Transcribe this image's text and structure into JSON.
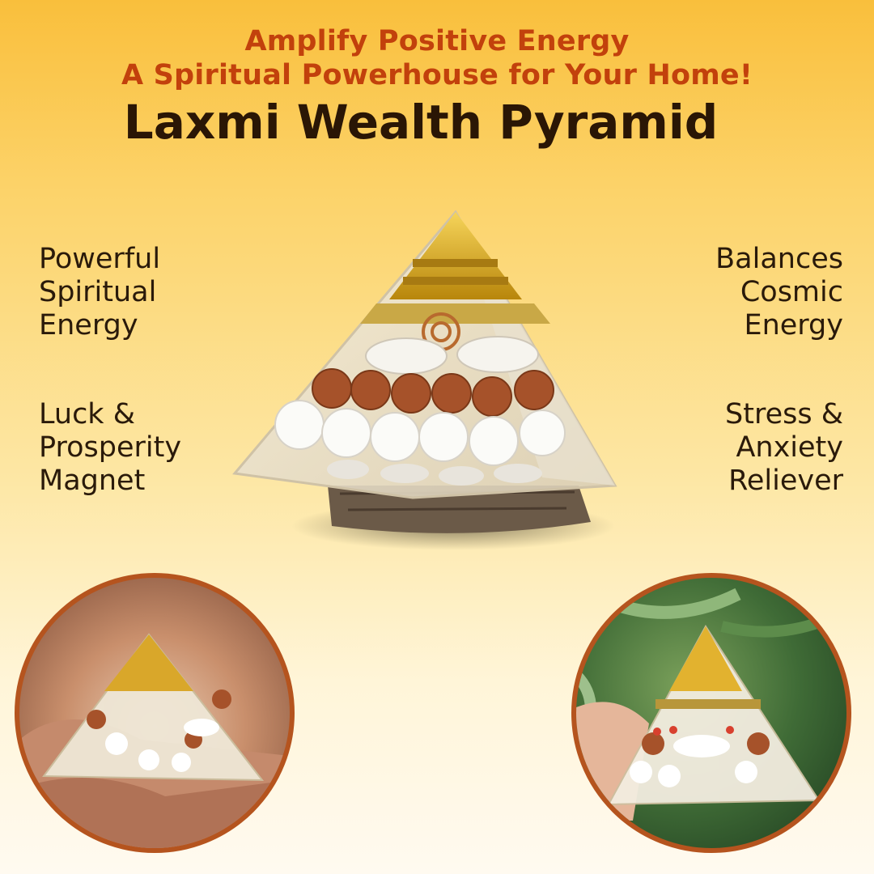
{
  "header": {
    "line1": "Amplify Positive Energy",
    "line2": "A Spiritual Powerhouse for Your Home!",
    "title": "Laxmi Wealth Pyramid"
  },
  "benefits": {
    "left_top": "Powerful\nSpiritual\nEnergy",
    "left_bottom": "Luck &\nProsperity\nMagnet",
    "right_top": "Balances\nCosmic\nEnergy",
    "right_bottom": "Stress &\nAnxiety\nReliever"
  },
  "colors": {
    "accent": "#c2410c",
    "title": "#2a1605",
    "circle_border": "#b5541e"
  },
  "images": {
    "main": "pyramid-product-photo",
    "left_circle": "pyramid-in-hands-photo",
    "right_circle": "pyramid-held-outdoors-photo"
  }
}
